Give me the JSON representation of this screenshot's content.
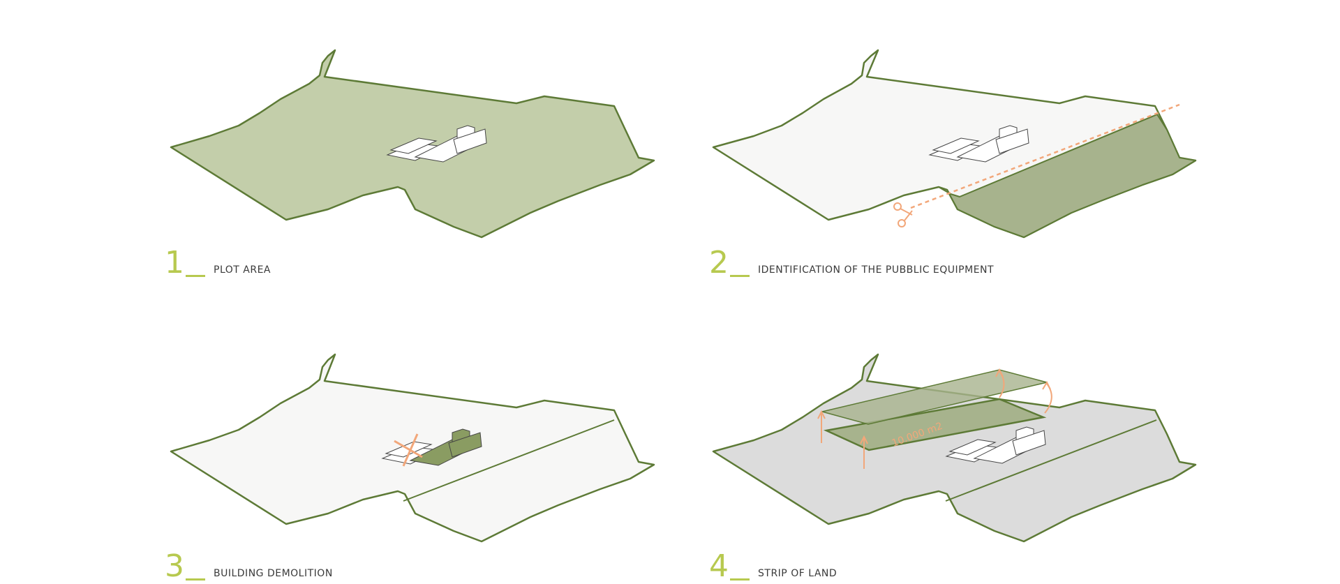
{
  "panels": [
    {
      "number": "1",
      "label": "PLOT AREA"
    },
    {
      "number": "2",
      "label": "IDENTIFICATION OF THE PUBBLIC EQUIPMENT"
    },
    {
      "number": "3",
      "label": "BUILDING DEMOLITION"
    },
    {
      "number": "4",
      "label": "STRIP OF LAND",
      "dimension_label": "10.000 m2"
    }
  ],
  "colors": {
    "plot_fill": "#c3ceaa",
    "plot_stroke": "#5d7a36",
    "white_plot": "#f7f7f6",
    "grey_plot": "#dcdcdc",
    "strip_fill": "#a7b38d",
    "accent_orange": "#f2a77a",
    "number_green": "#b7c94f"
  }
}
